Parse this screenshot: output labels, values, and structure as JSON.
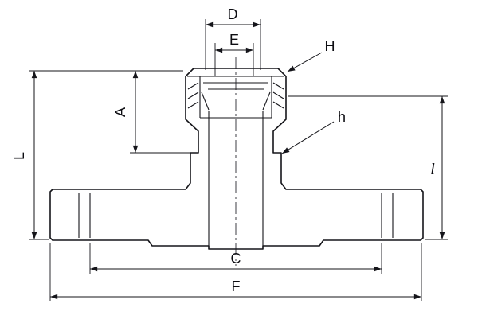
{
  "diagram": {
    "labels": {
      "D": "D",
      "E": "E",
      "H": "H",
      "A": "A",
      "L": "L",
      "h": "h",
      "l": "l",
      "C": "C",
      "F": "F"
    }
  }
}
